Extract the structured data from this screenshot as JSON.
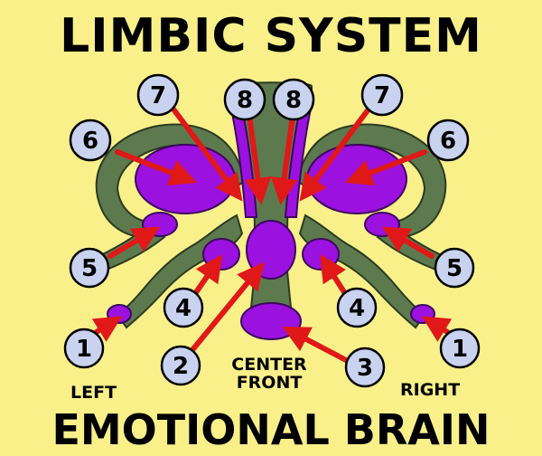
{
  "title": "LIMBIC SYSTEM",
  "subtitle": "EMOTIONAL BRAIN",
  "labels": {
    "left": "LEFT",
    "right": "RIGHT",
    "center_line1": "CENTER",
    "center_line2": "FRONT"
  },
  "colors": {
    "background": "#f9f08a",
    "tract": "#5c7a4e",
    "structure": "#9b12e0",
    "arrow": "#e01818",
    "callout": "#c9d2ee"
  },
  "callouts": [
    {
      "id": "c1-left",
      "number": "1"
    },
    {
      "id": "c1-right",
      "number": "1"
    },
    {
      "id": "c2",
      "number": "2"
    },
    {
      "id": "c3",
      "number": "3"
    },
    {
      "id": "c4-left",
      "number": "4"
    },
    {
      "id": "c4-right",
      "number": "4"
    },
    {
      "id": "c5-left",
      "number": "5"
    },
    {
      "id": "c5-right",
      "number": "5"
    },
    {
      "id": "c6-left",
      "number": "6"
    },
    {
      "id": "c6-right",
      "number": "6"
    },
    {
      "id": "c7-left",
      "number": "7"
    },
    {
      "id": "c7-right",
      "number": "7"
    },
    {
      "id": "c8-left",
      "number": "8"
    },
    {
      "id": "c8-right",
      "number": "8"
    }
  ]
}
